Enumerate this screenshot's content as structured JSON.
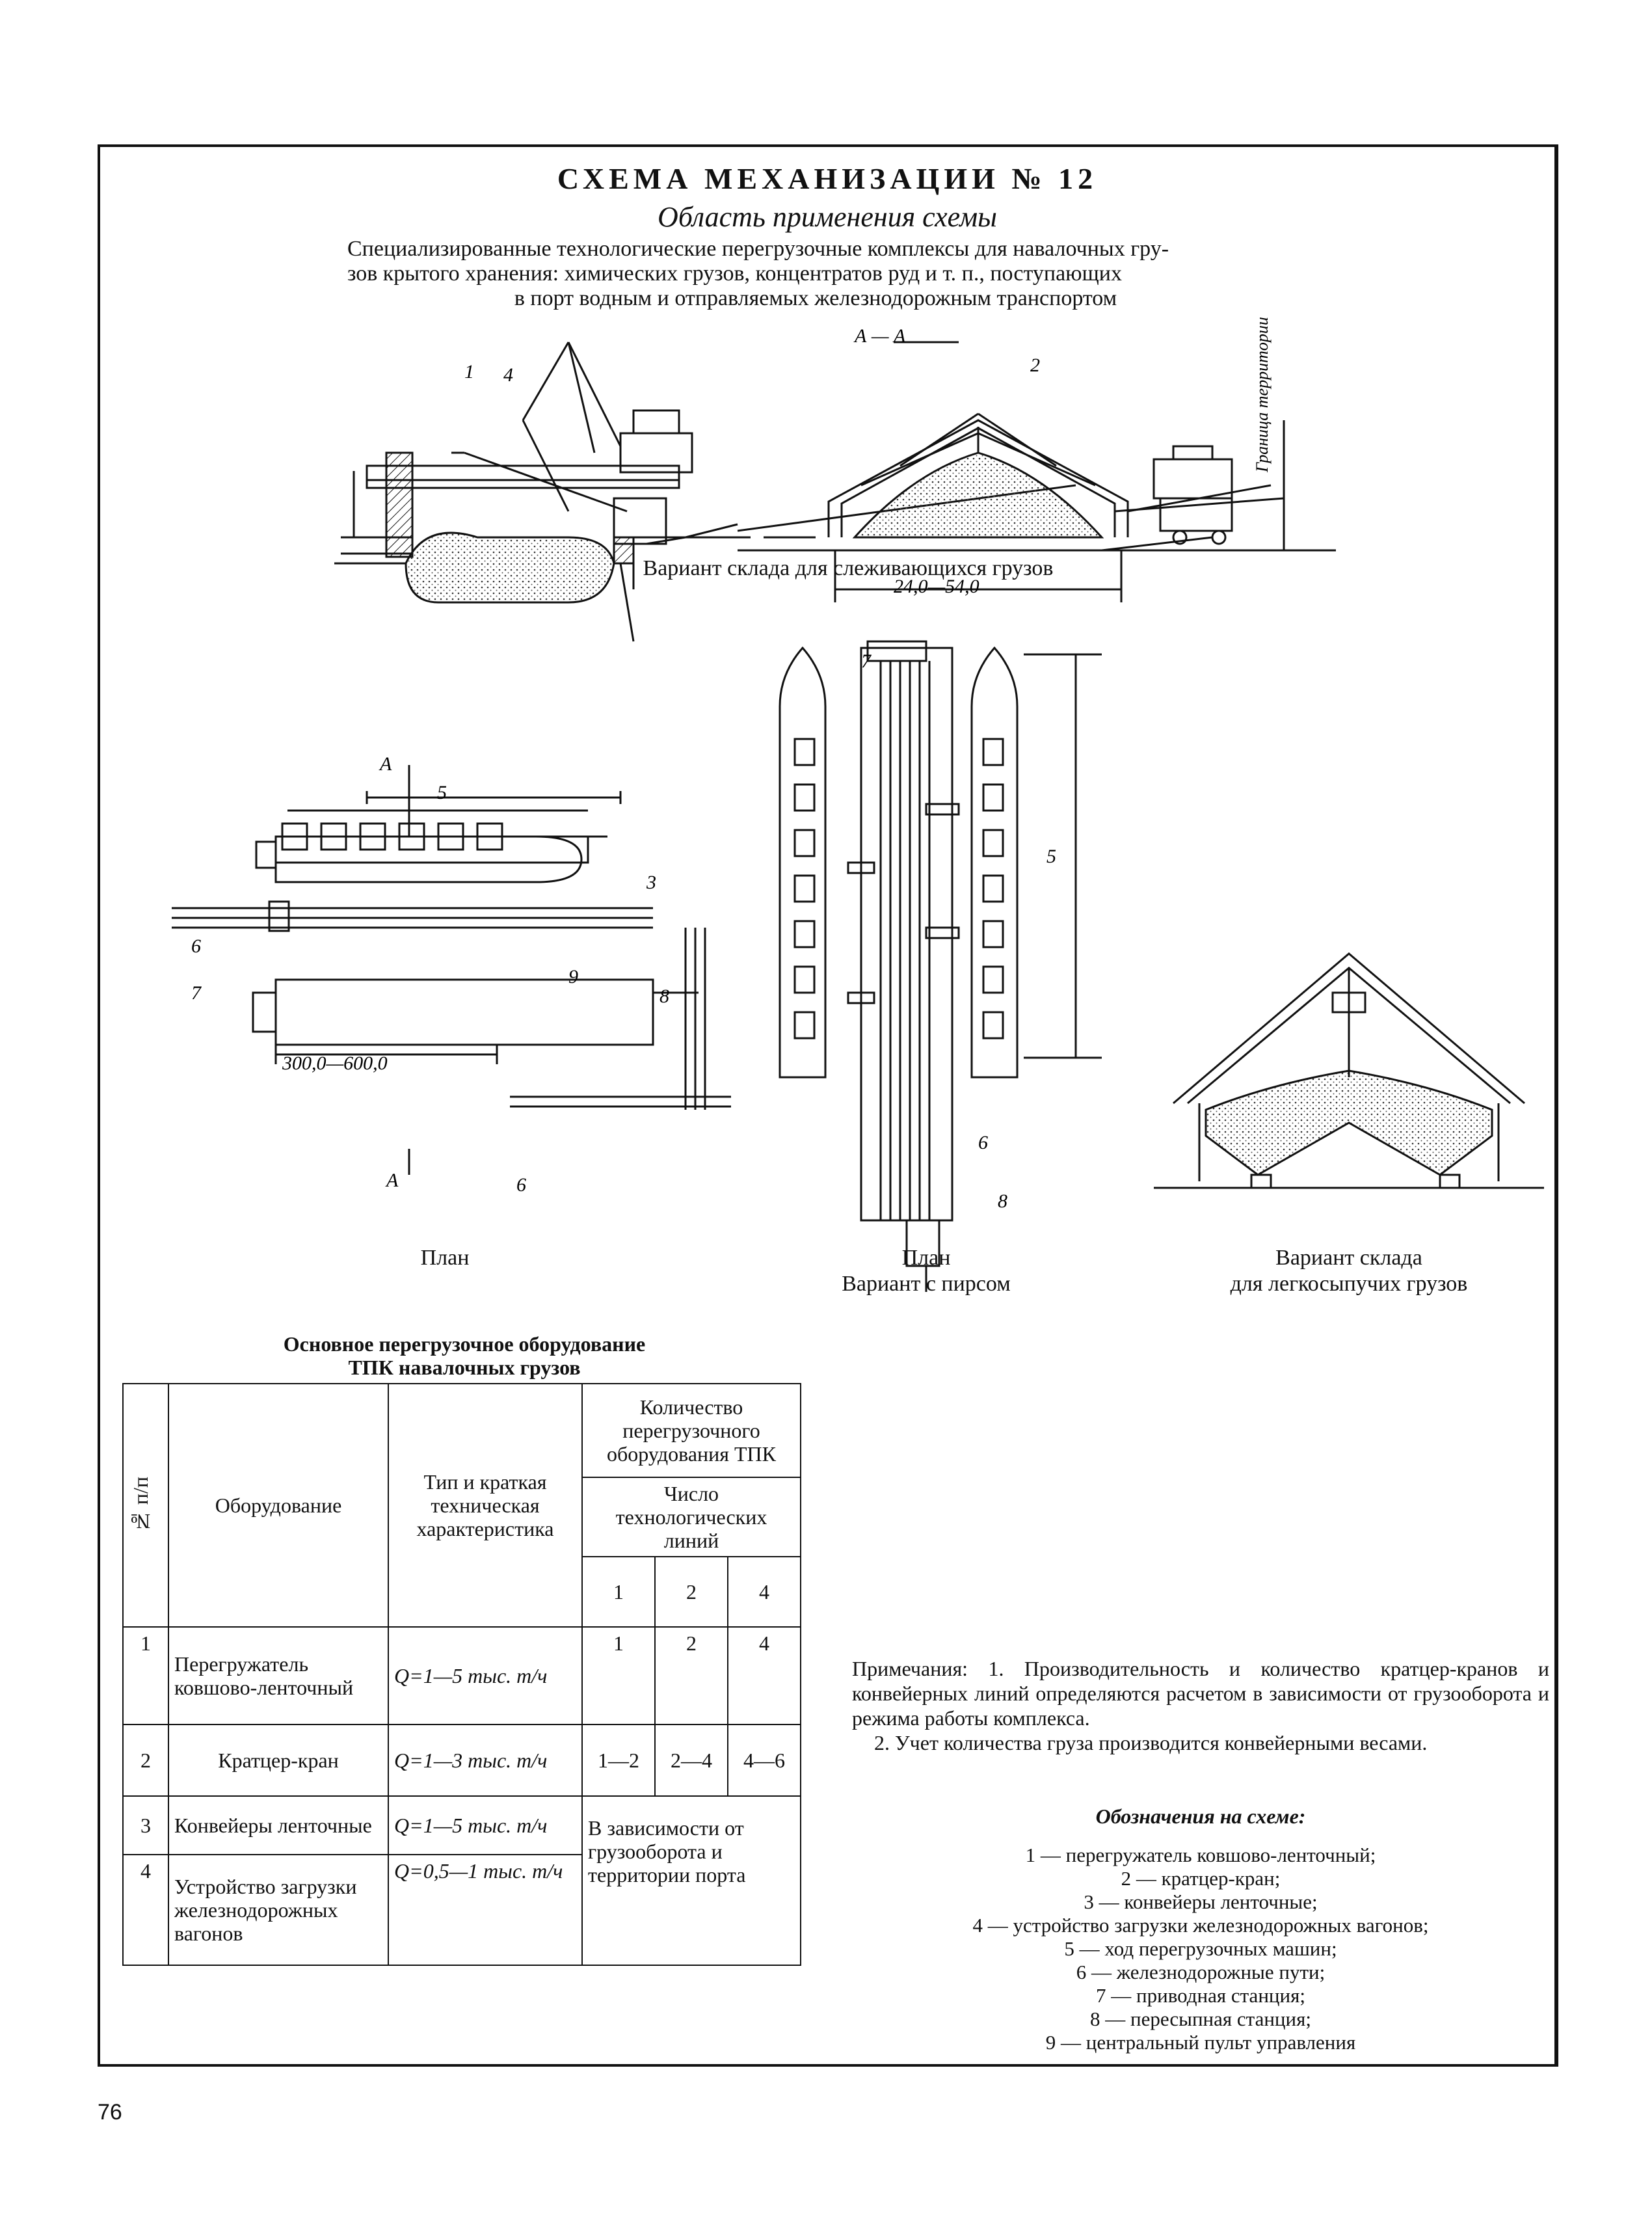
{
  "header": {
    "title": "СХЕМА МЕХАНИЗАЦИИ № 12",
    "subtitle": "Область применения схемы",
    "intro_lines": [
      "Специализированные технологические перегрузочные комплексы для навалочных гру-",
      "зов крытого хранения: химических грузов, концентратов руд и т. п., поступающих",
      "в порт водным и отправляемых железнодорожным транспортом"
    ]
  },
  "section_view": {
    "label": "А — А",
    "dimension": "24,0—54,0",
    "boundary_label": "Граница территории",
    "caption": "Вариант склада для слеживающихся грузов",
    "callouts": [
      "1",
      "4",
      "2"
    ]
  },
  "plan_view": {
    "caption": "План",
    "dimension": "300,0—600,0",
    "section_marks": [
      "А",
      "А"
    ],
    "callouts": [
      "5",
      "3",
      "6",
      "7",
      "9",
      "8",
      "6"
    ]
  },
  "pier_view": {
    "caption_lines": [
      "План",
      "Вариант с пирсом"
    ],
    "callouts": [
      "7",
      "5",
      "6",
      "8"
    ]
  },
  "store_view": {
    "caption_lines": [
      "Вариант склада",
      "для легкосыпучих грузов"
    ]
  },
  "table": {
    "title_lines": [
      "Основное перегрузочное оборудование",
      "ТПК навалочных грузов"
    ],
    "headers": {
      "num": "№ п/п",
      "equipment": "Оборудование",
      "type": "Тип и краткая техническая характеристика",
      "quantity": "Количество перегрузочного оборудования ТПК",
      "lines": "Число технологических линий",
      "cols": [
        "1",
        "2",
        "4"
      ]
    },
    "rows": [
      {
        "num": "1",
        "name": "Перегружатель ковшово-ленточный",
        "spec": "Q=1—5 тыс. т/ч",
        "v": [
          "1",
          "2",
          "4"
        ]
      },
      {
        "num": "2",
        "name": "Кратцер-кран",
        "spec": "Q=1—3 тыс. т/ч",
        "v": [
          "1—2",
          "2—4",
          "4—6"
        ]
      },
      {
        "num": "3",
        "name": "Конвейеры ленточные",
        "spec": "Q=1—5 тыс. т/ч"
      },
      {
        "num": "4",
        "name": "Устройство загрузки железнодорожных вагонов",
        "spec": "Q=0,5—1 тыс. т/ч"
      }
    ],
    "merged_note": "В зависимости от грузооборота и территории порта"
  },
  "notes": {
    "text1": "Примечания: 1. Производительность и количество кратцер-кранов и конвейерных линий определяются расчетом в зависимости от грузооборота и режима работы комплекса.",
    "text2": "2. Учет количества груза производится конвейерными весами."
  },
  "legend": {
    "title": "Обозначения на схеме:",
    "items": [
      "1 — перегружатель ковшово-ленточный;",
      "2 — кратцер-кран;",
      "3 — конвейеры ленточные;",
      "4 — устройство загрузки железнодорожных вагонов;",
      "5 — ход перегрузочных машин;",
      "6 — железнодорожные пути;",
      "7 — приводная станция;",
      "8 — пересыпная станция;",
      "9 — центральный пульт управления"
    ]
  },
  "page_number": "76"
}
